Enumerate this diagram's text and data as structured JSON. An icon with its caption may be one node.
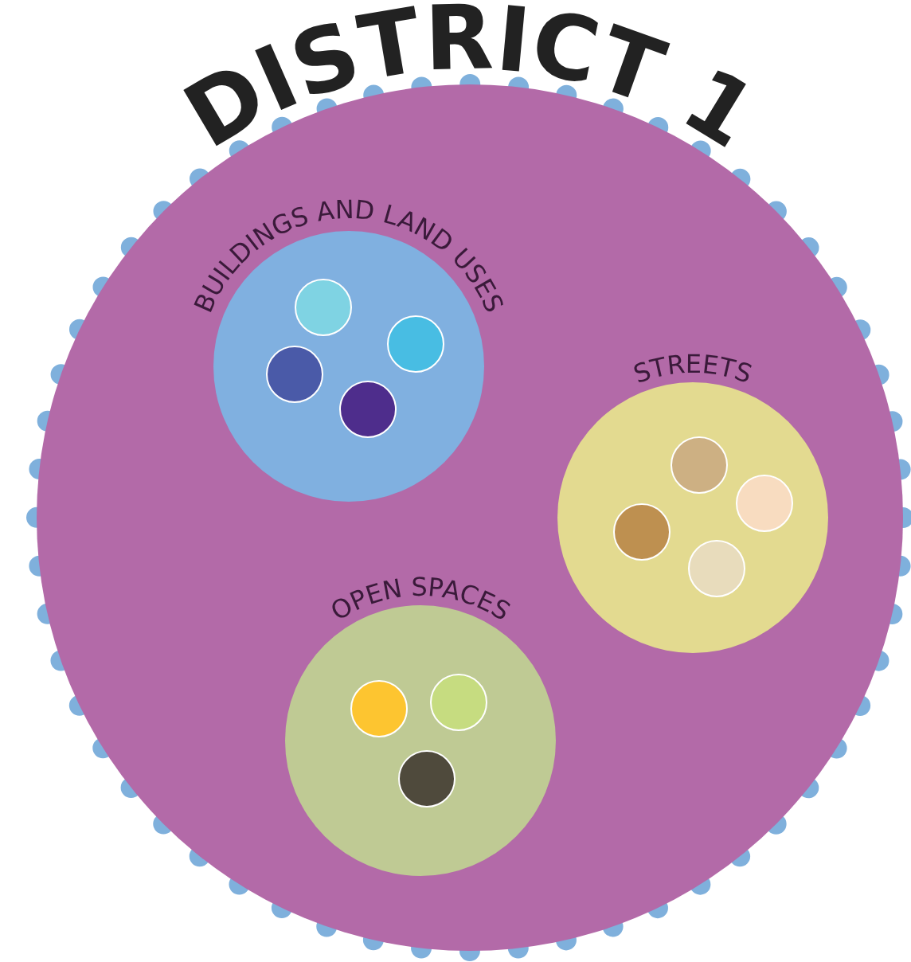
{
  "diagram": {
    "nodes": [
      {
        "text": [
          "DISTRICT 1"
        ]
      },
      {
        "text": [
          "BUILDINGS AND LAND USES"
        ],
        "in": 0
      },
      {
        "text": [],
        "shape": "circle",
        "in": 1
      },
      {
        "text": [],
        "shape": "circle",
        "in": 1
      },
      {
        "text": [],
        "shape": "circle",
        "in": 1
      },
      {
        "text": [],
        "shape": "circle",
        "in": 1
      },
      {
        "text": [
          "STREETS"
        ],
        "in": 0
      },
      {
        "text": [],
        "shape": "circle",
        "in": 6
      },
      {
        "text": [],
        "shape": "circle",
        "in": 6
      },
      {
        "text": [],
        "shape": "circle",
        "in": 6
      },
      {
        "text": [],
        "shape": "circle",
        "in": 6
      },
      {
        "text": [
          "OPEN SPACES"
        ],
        "in": 0
      },
      {
        "text": [],
        "shape": "circle",
        "in": 11
      },
      {
        "text": [],
        "shape": "circle",
        "in": 11
      },
      {
        "text": [],
        "shape": "circle",
        "in": 11
      }
    ]
  }
}
